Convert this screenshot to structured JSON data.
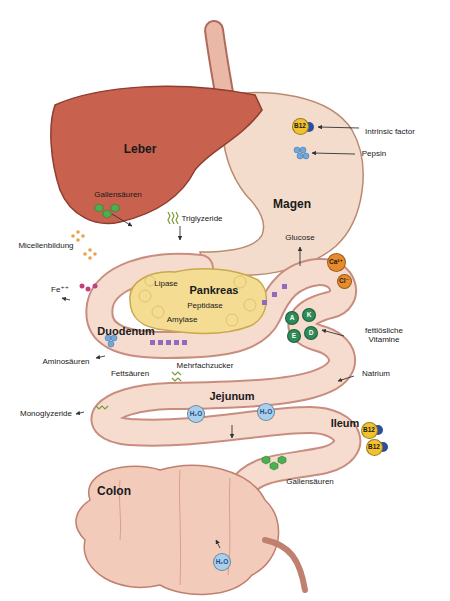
{
  "diagram": {
    "nodes": [
      {
        "text": [
          "B12"
        ]
      },
      {
        "text": [
          "Ca²⁺"
        ]
      },
      {
        "text": [
          "Cl⁻"
        ]
      },
      {
        "text": [
          "A"
        ]
      },
      {
        "text": [
          "K"
        ]
      },
      {
        "text": [
          "E"
        ]
      },
      {
        "text": [
          "D"
        ]
      },
      {
        "text": [
          "H₂O"
        ]
      },
      {
        "text": [
          "H₂O"
        ]
      },
      {
        "text": [
          "B12"
        ]
      },
      {
        "text": [
          "B12"
        ]
      },
      {
        "text": [
          "H₂O"
        ]
      }
    ],
    "labels": [
      "Leber",
      "Gallensäuren",
      "Triglyzeride",
      "Micellenbildung",
      "Fe⁺⁺",
      "Magen",
      "Intrinsic factor",
      "Pepsin",
      "Lipase",
      "Pankreas",
      "Peptidase",
      "Amylase",
      "Glucose",
      "Duodenum",
      "Aminosäuren",
      "Mehrfachzucker",
      "fettlösliche Vitamine",
      "Fettsäuren",
      "Jejunum",
      "Natrium",
      "Monoglyzeride",
      "Ileum",
      "Gallensäuren",
      "Colon"
    ]
  }
}
